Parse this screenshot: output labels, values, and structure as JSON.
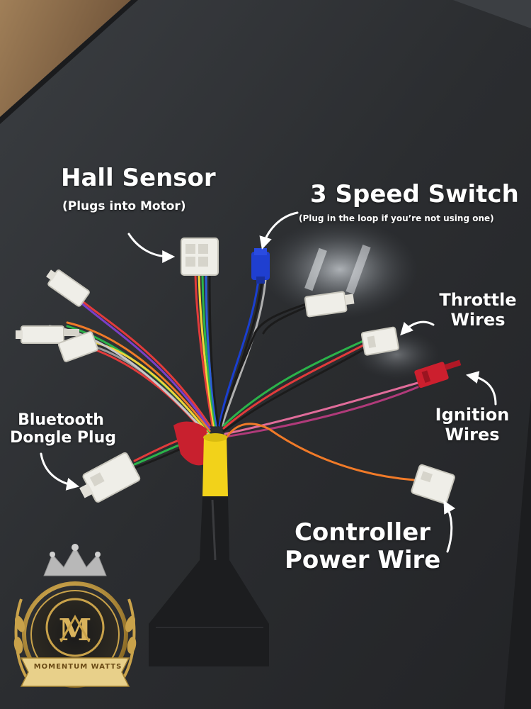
{
  "labels": {
    "hall_sensor": {
      "title": "Hall Sensor",
      "subtitle": "(Plugs into Motor)"
    },
    "speed_switch": {
      "title": "3 Speed Switch",
      "subtitle": "(Plug in the loop if you’re  not using one)"
    },
    "throttle": {
      "line1": "Throttle",
      "line2": "Wires"
    },
    "ignition": {
      "line1": "Ignition",
      "line2": "Wires"
    },
    "bluetooth": {
      "line1": "Bluetooth",
      "line2": "Dongle Plug"
    },
    "controller": {
      "line1": "Controller",
      "line2": "Power Wire"
    }
  },
  "logo": {
    "text": "MOMENTUM WATTS",
    "colors": {
      "gold": "#c9a24a",
      "gold_dark": "#8a6a25",
      "crown": "#b8b8b8"
    }
  },
  "colors": {
    "table": "#2a2c2f",
    "wood": "#8a6a4a",
    "connector": "#efeee8",
    "blue_plug": "#1f3fd0",
    "red_plug": "#cc1f2e",
    "yellow_sleeve": "#f2d21a",
    "black_sleeve": "#1c1d1f",
    "annotation": "#ffffff"
  }
}
